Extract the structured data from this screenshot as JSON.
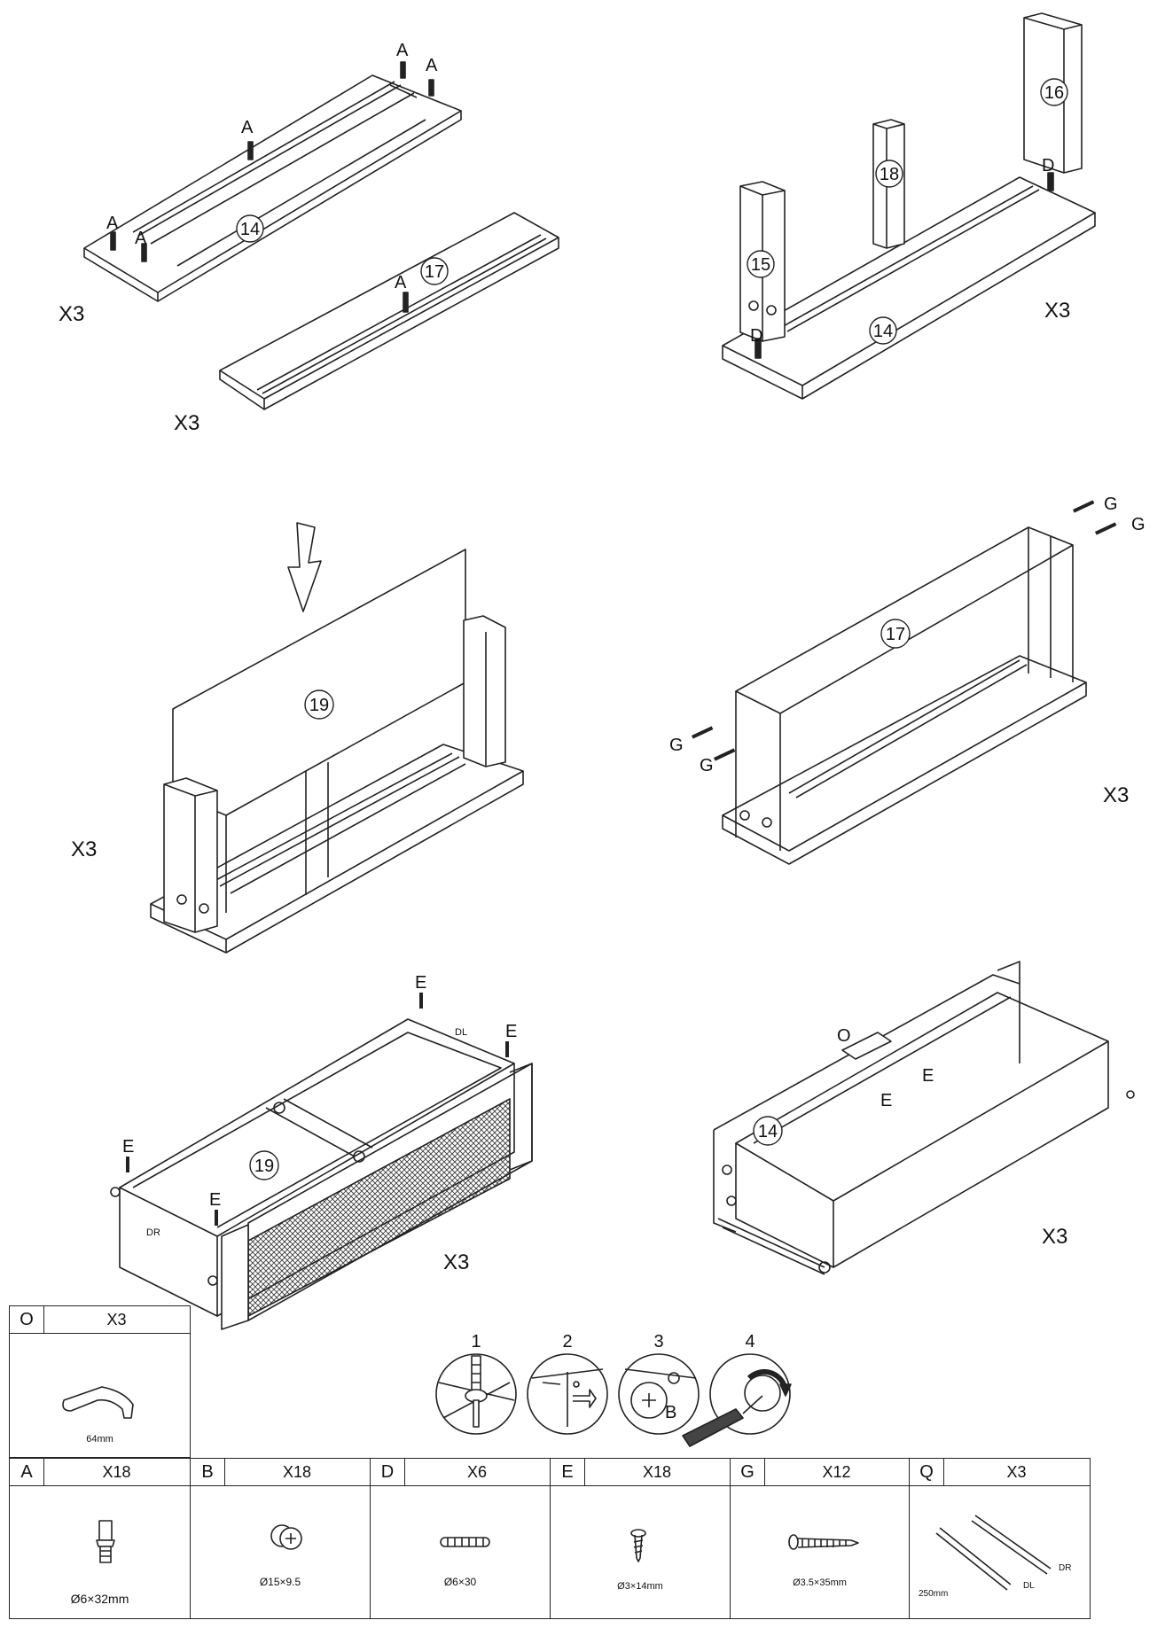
{
  "steps": [
    {
      "id": "s1",
      "parts": [
        "14",
        "17"
      ],
      "hardware": [
        "A",
        "A",
        "A",
        "A",
        "A",
        "A"
      ],
      "counts": [
        "X3",
        "X3"
      ]
    },
    {
      "id": "s2",
      "parts": [
        "16",
        "18",
        "15",
        "14"
      ],
      "hardware": [
        "D",
        "D"
      ],
      "counts": [
        "X3"
      ]
    },
    {
      "id": "s3",
      "parts": [
        "19"
      ],
      "counts": [
        "X3"
      ]
    },
    {
      "id": "s4",
      "parts": [
        "17"
      ],
      "hardware": [
        "G",
        "G",
        "G",
        "G"
      ],
      "counts": [
        "X3"
      ]
    },
    {
      "id": "s5",
      "parts": [
        "19"
      ],
      "hardware": [
        "E",
        "E",
        "E",
        "E"
      ],
      "marks": [
        "DL",
        "DR"
      ],
      "counts": [
        "X3"
      ]
    },
    {
      "id": "s6",
      "parts": [
        "14"
      ],
      "hardware": [
        "O",
        "E",
        "E"
      ],
      "counts": [
        "X3"
      ]
    }
  ],
  "cam_steps": [
    "1",
    "2",
    "3",
    "4"
  ],
  "cam_label": "B",
  "hardware_table": [
    {
      "code": "O",
      "qty": "X3",
      "size": "64mm"
    },
    {
      "code": "A",
      "qty": "X18",
      "size": "Ø6×32mm"
    },
    {
      "code": "B",
      "qty": "X18",
      "size": "Ø15×9.5"
    },
    {
      "code": "D",
      "qty": "X6",
      "size": "Ø6×30"
    },
    {
      "code": "E",
      "qty": "X18",
      "size": "Ø3×14mm"
    },
    {
      "code": "G",
      "qty": "X12",
      "size": "Ø3.5×35mm"
    },
    {
      "code": "Q",
      "qty": "X3",
      "size": "250mm",
      "marks": [
        "DR",
        "DL"
      ]
    }
  ]
}
